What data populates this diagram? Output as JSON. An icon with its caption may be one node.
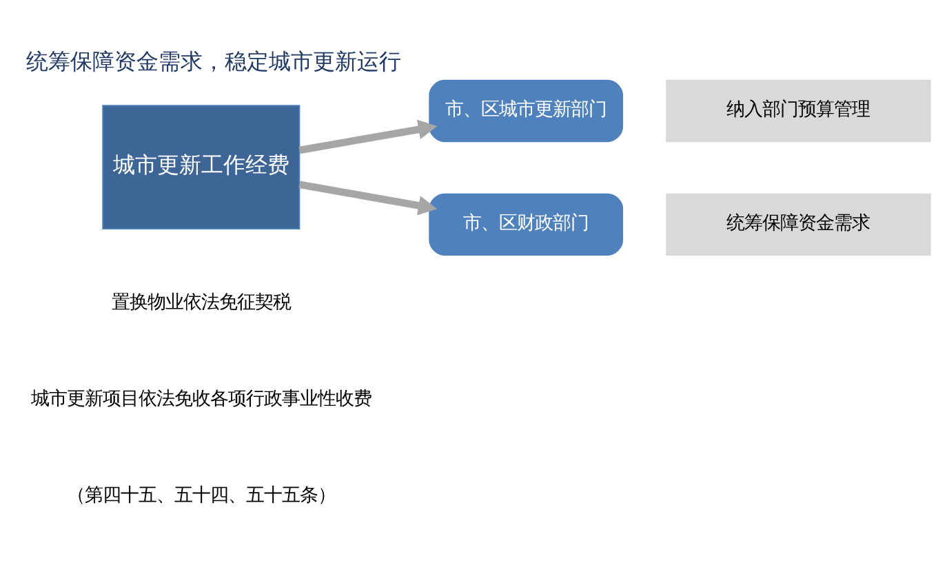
{
  "diagram": {
    "title": "统筹保障资金需求，稳定城市更新运行",
    "nodes": [
      {
        "text": [
          "城市更新工作经费"
        ]
      },
      {
        "text": [
          "市、区城市更新部门"
        ]
      },
      {
        "text": [
          "纳入部门预算管理"
        ]
      },
      {
        "text": [
          "市、区财政部门"
        ]
      },
      {
        "text": [
          "统筹保障资金需求"
        ]
      }
    ],
    "edges": [
      {
        "from": 0,
        "to": 1,
        "arrow": "to"
      },
      {
        "from": 0,
        "to": 3,
        "arrow": "to"
      }
    ],
    "labels": [
      "置换物业依法免征契税",
      "城市更新项目依法免收各项行政事业性收费",
      "（第四十五、五十四、五十五条）"
    ]
  }
}
